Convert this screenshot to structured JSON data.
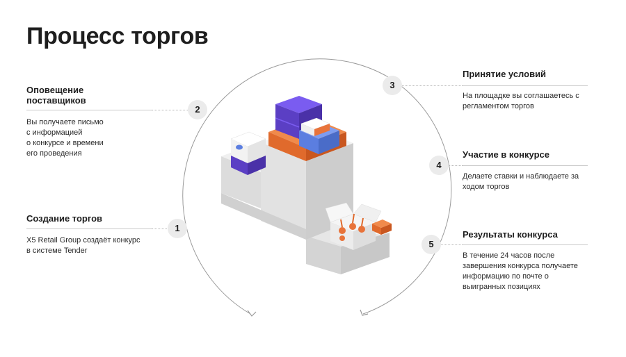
{
  "page": {
    "title": "Процесс торгов"
  },
  "stages": [
    {
      "number": "1",
      "title": "Создание торгов",
      "description": [
        "X5 Retail Group создаёт конкурс",
        "в системе Tender"
      ]
    },
    {
      "number": "2",
      "title": [
        "Оповещение",
        "поставщиков"
      ],
      "description": [
        "Вы получаете письмо",
        "с информацией",
        "о конкурсе и времени",
        "его проведения"
      ]
    },
    {
      "number": "3",
      "title": "Принятие условий",
      "description": [
        "На площадке вы соглашаетесь с",
        "регламентом торгов"
      ]
    },
    {
      "number": "4",
      "title": "Участие в конкурсе",
      "description": [
        "Делаете ставки и наблюдаете за",
        "ходом торгов"
      ]
    },
    {
      "number": "5",
      "title": "Результаты конкурса",
      "description": [
        "В течение 24 часов после",
        "завершения конкурса получаете",
        "информацию по почте о",
        "выигранных позициях"
      ]
    }
  ],
  "colors": {
    "accent_purple": "#5b3fc4",
    "accent_orange": "#e8733a",
    "badge_bg": "#ebebeb",
    "cycle_line": "#9a9a9a"
  }
}
